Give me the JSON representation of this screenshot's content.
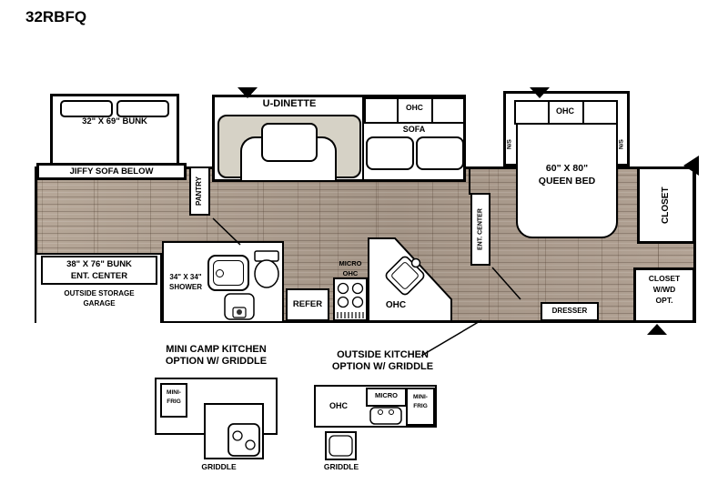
{
  "title": "32RBFQ",
  "colors": {
    "wall": "#000000",
    "floor_wood": "#b2a396",
    "bench": "#d6d2c6"
  },
  "plan": {
    "bunk_top_label": "32\" X 69\" BUNK",
    "jiffy_sofa_label": "JIFFY SOFA BELOW",
    "pantry_label": "PANTRY",
    "dinette_label": "U-DINETTE",
    "sofa_ohc_label": "OHC",
    "sofa_label": "SOFA",
    "bed_ohc_label": "OHC",
    "ns_left_label": "N/S",
    "ns_right_label": "N/S",
    "queen_size": "60\" X 80\"",
    "queen_label": "QUEEN BED",
    "closet_label": "CLOSET",
    "ent_center_label": "ENT. CENTER",
    "bunk_bottom_size": "38\" X 76\" BUNK",
    "bunk_bottom_label": "ENT. CENTER",
    "storage_line1": "OUTSIDE STORAGE",
    "storage_line2": "GARAGE",
    "shower_size": "34\" X 34\"",
    "shower_label": "SHOWER",
    "refer_label": "REFER",
    "micro_label": "MICRO",
    "micro_ohc_label": "OHC",
    "kitchen_ohc_label": "OHC",
    "dresser_label": "DRESSER",
    "closet_wwd_line1": "CLOSET",
    "closet_wwd_line2": "W/WD",
    "closet_wwd_line3": "OPT."
  },
  "options": {
    "mini_camp": {
      "title_line1": "MINI CAMP KITCHEN",
      "title_line2": "OPTION W/ GRIDDLE",
      "minifrig_line1": "MINI-",
      "minifrig_line2": "FRIG",
      "griddle_label": "GRIDDLE"
    },
    "outside": {
      "title_line1": "OUTSIDE KITCHEN",
      "title_line2": "OPTION W/ GRIDDLE",
      "ohc_label": "OHC",
      "micro_label": "MICRO",
      "minifrig_line1": "MINI-",
      "minifrig_line2": "FRIG",
      "griddle_label": "GRIDDLE"
    }
  }
}
